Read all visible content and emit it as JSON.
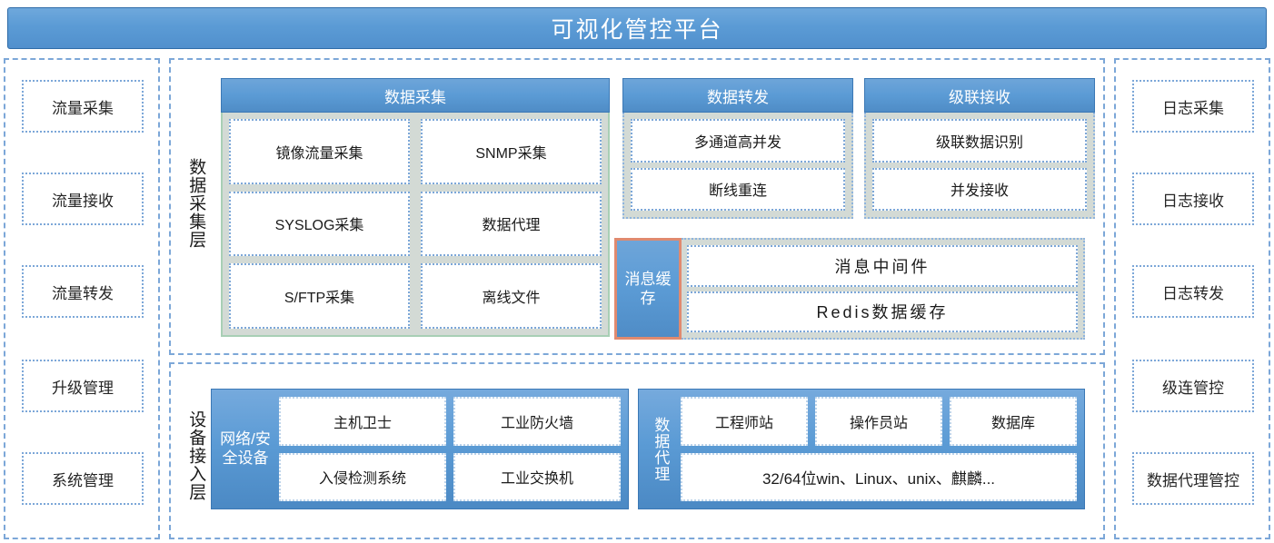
{
  "header": {
    "title": "可视化管控平台"
  },
  "left_sidebar": {
    "items": [
      {
        "label": "流量采集"
      },
      {
        "label": "流量接收"
      },
      {
        "label": "流量转发"
      },
      {
        "label": "升级管理"
      },
      {
        "label": "系统管理"
      }
    ]
  },
  "right_sidebar": {
    "items": [
      {
        "label": "日志采集"
      },
      {
        "label": "日志接收"
      },
      {
        "label": "日志转发"
      },
      {
        "label": "级连管控"
      },
      {
        "label": "数据代理管控"
      }
    ]
  },
  "collection_layer": {
    "layer_label": "数据采集层",
    "data_collection": {
      "title": "数据采集",
      "items": [
        {
          "label": "镜像流量采集"
        },
        {
          "label": "SNMP采集"
        },
        {
          "label": "SYSLOG采集"
        },
        {
          "label": "数据代理"
        },
        {
          "label": "S/FTP采集"
        },
        {
          "label": "离线文件"
        }
      ]
    },
    "data_forward": {
      "title": "数据转发",
      "items": [
        {
          "label": "多通道高并发"
        },
        {
          "label": "断线重连"
        }
      ]
    },
    "cascade_receive": {
      "title": "级联接收",
      "items": [
        {
          "label": "级联数据识别"
        },
        {
          "label": "并发接收"
        }
      ]
    },
    "message_cache": {
      "title": "消息缓存",
      "items": [
        {
          "label": "消息中间件"
        },
        {
          "label": "Redis数据缓存"
        }
      ]
    }
  },
  "device_layer": {
    "layer_label": "设备接入层",
    "network_security": {
      "title": "网络/安全设备",
      "row1": [
        {
          "label": "主机卫士"
        },
        {
          "label": "工业防火墙"
        }
      ],
      "row2": [
        {
          "label": "入侵检测系统"
        },
        {
          "label": "工业交换机"
        }
      ]
    },
    "data_agent": {
      "title": "数据代理",
      "row1": [
        {
          "label": "工程师站"
        },
        {
          "label": "操作员站"
        },
        {
          "label": "数据库"
        }
      ],
      "row2_label": "32/64位win、Linux、unix、麒麟..."
    }
  },
  "colors": {
    "title_blue": "#5b9bd5",
    "panel_gray": "#d3dad5",
    "dash_border": "#7ca7d8",
    "green_border": "#a8cfb5",
    "cache_accent": "#e08a6f"
  }
}
